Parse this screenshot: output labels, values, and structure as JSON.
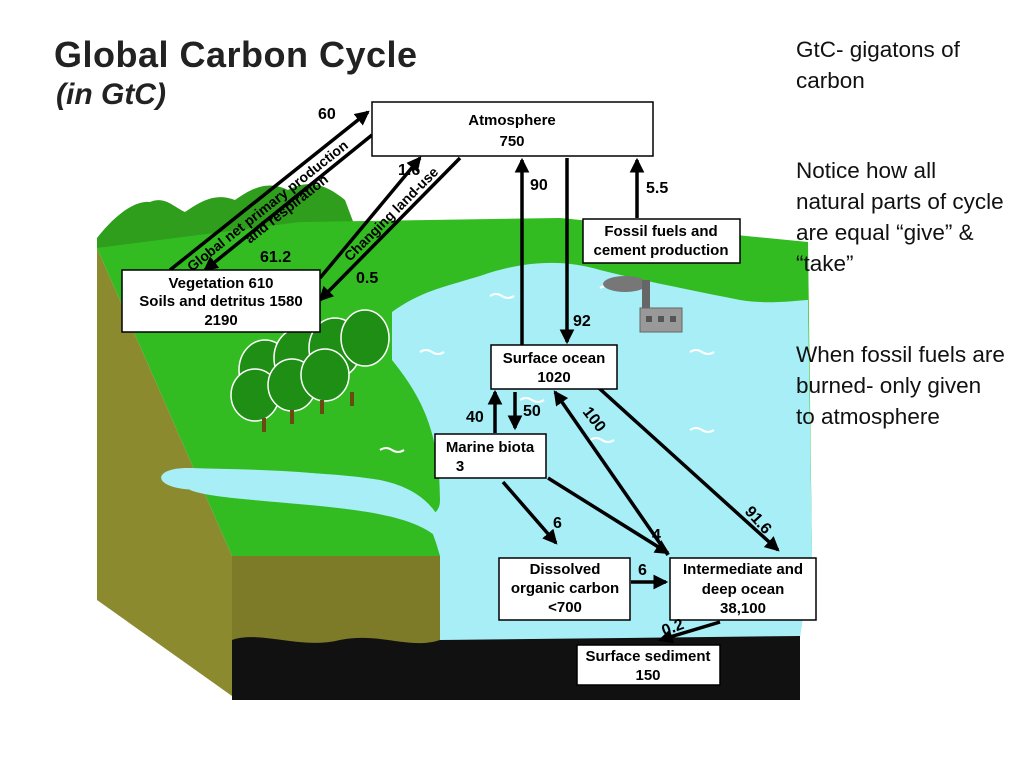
{
  "title": "Global Carbon Cycle",
  "subtitle": "(in GtC)",
  "notes": {
    "unit_note": "GtC- gigatons of carbon",
    "note_1": "Notice how all natural parts of cycle are equal “give” & “take”",
    "note_2": "When fossil fuels are burned- only given to atmosphere"
  },
  "colors": {
    "grass": "#33bb22",
    "dark_grass": "#1a8c12",
    "water": "#a8eef7",
    "soil": "#8c8a2e",
    "sediment": "#111111",
    "arrow": "#000000",
    "box_fill": "#ffffff"
  },
  "boxes": {
    "atmosphere": {
      "name": "Atmosphere",
      "value": "750"
    },
    "fossil": {
      "line1": "Fossil fuels and",
      "line2": "cement production"
    },
    "vegetation": {
      "line1": "Vegetation 610",
      "line2": "Soils and detritus 1580",
      "line3": "2190"
    },
    "surface_ocean": {
      "name": "Surface ocean",
      "value": "1020"
    },
    "marine_biota": {
      "name": "Marine biota",
      "value": "3"
    },
    "dissolved": {
      "line1": "Dissolved",
      "line2": "organic carbon",
      "line3": "<700"
    },
    "deep_ocean": {
      "line1": "Intermediate and",
      "line2": "deep ocean",
      "line3": "38,100"
    },
    "sediment": {
      "name": "Surface sediment",
      "value": "150"
    }
  },
  "flows": {
    "npp_up": "60",
    "npp_down": "61.2",
    "npp_label_1": "Global net primary production",
    "npp_label_2": "and respiration",
    "landuse_up": "1.6",
    "landuse_down": "0.5",
    "landuse_label": "Changing land-use",
    "ocean_up": "90",
    "ocean_down": "92",
    "fossil_up": "5.5",
    "biota_up": "40",
    "biota_down": "50",
    "deep_up": "100",
    "deep_down": "91.6",
    "biota_to_doc": "6",
    "biota_to_deep": "4",
    "doc_to_deep": "6",
    "deep_to_sed": "0.2"
  }
}
